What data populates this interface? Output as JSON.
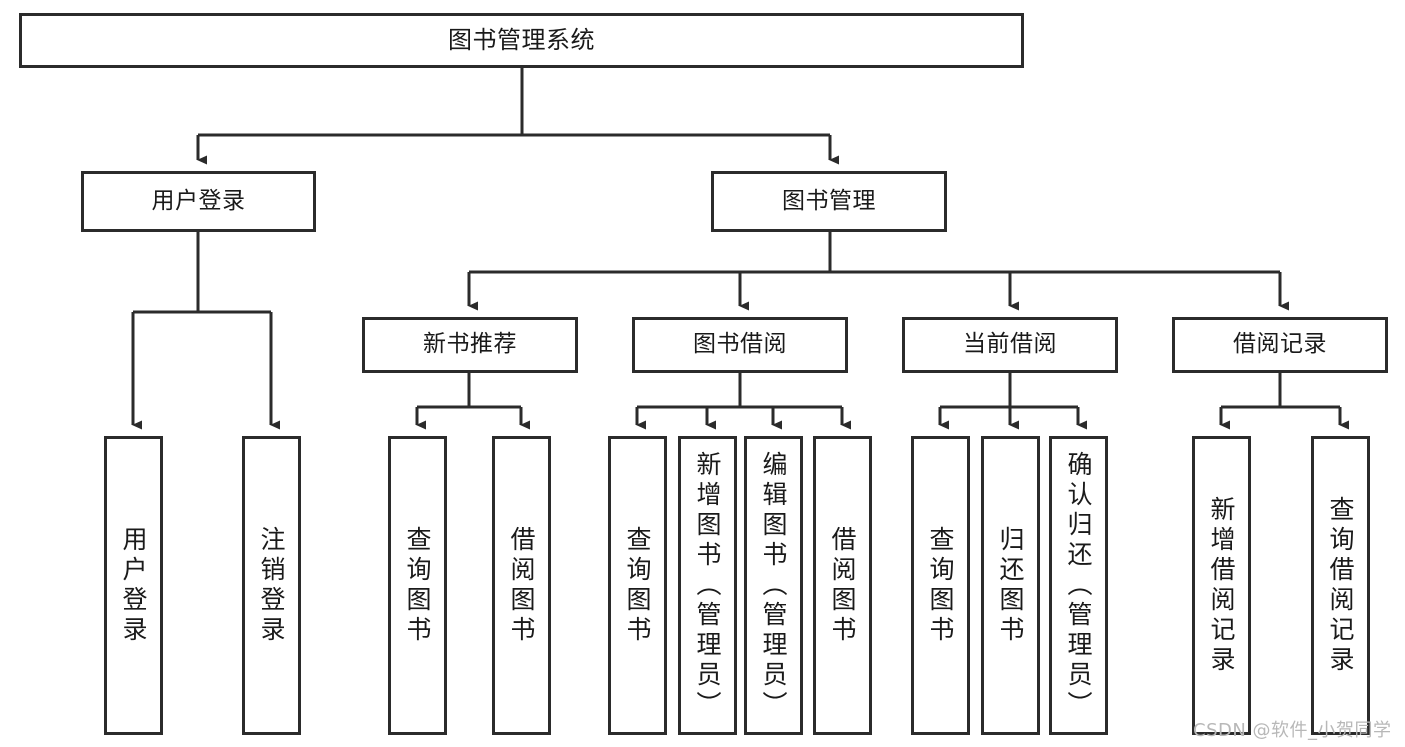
{
  "diagram": {
    "type": "tree-hierarchy",
    "title": "图书管理系统",
    "root": {
      "label": "图书管理系统"
    },
    "level2": [
      {
        "label": "用户登录"
      },
      {
        "label": "图书管理"
      }
    ],
    "level3": [
      {
        "label": "新书推荐"
      },
      {
        "label": "图书借阅"
      },
      {
        "label": "当前借阅"
      },
      {
        "label": "借阅记录"
      }
    ],
    "leaves": {
      "user_login": [
        {
          "label": "用户登录"
        },
        {
          "label": "注销登录"
        }
      ],
      "new_book_recommend": [
        {
          "label": "查询图书"
        },
        {
          "label": "借阅图书"
        }
      ],
      "book_borrow": [
        {
          "label": "查询图书"
        },
        {
          "label": "新增图书（管理员）"
        },
        {
          "label": "编辑图书（管理员）"
        },
        {
          "label": "借阅图书"
        }
      ],
      "current_borrow": [
        {
          "label": "查询图书"
        },
        {
          "label": "归还图书"
        },
        {
          "label": "确认归还（管理员）"
        }
      ],
      "borrow_records": [
        {
          "label": "新增借阅记录"
        },
        {
          "label": "查询借阅记录"
        }
      ]
    }
  },
  "watermark": {
    "text": "CSDN @软件_小贺同学"
  },
  "colors": {
    "box_border": "#2b2b2b",
    "box_fill": "#ffffff",
    "connector": "#2b2b2b",
    "text": "#1a1a1a",
    "watermark": "#b8b8b8",
    "background": "#ffffff"
  }
}
